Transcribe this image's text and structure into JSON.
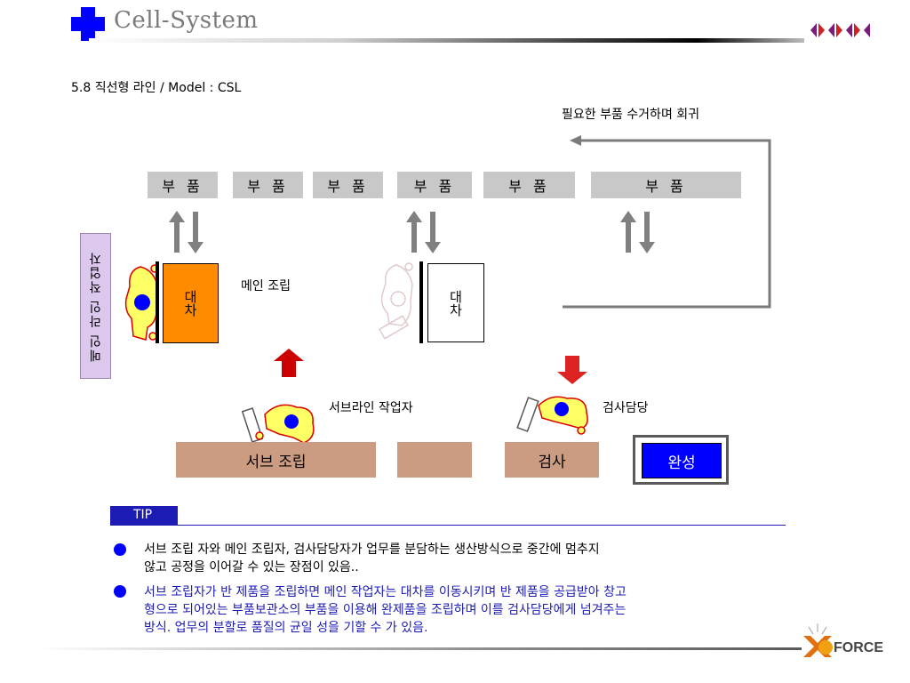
{
  "header": {
    "title": "Cell-System"
  },
  "subtitle": "5.8 직선형 라인 / Model : CSL",
  "return_note": "필요한 부품 수거하며 회귀",
  "parts": [
    "부 품",
    "부 품",
    "부 품",
    "부 품",
    "부 품",
    "부 품"
  ],
  "side_label": "메인 라인 작업자",
  "main_cart_label": "대차",
  "second_cart_label": "대차",
  "main_assembly_label": "메인 조립",
  "subline_worker_label": "서브라인 작업자",
  "inspector_label": "검사담당",
  "sub_assembly_label": "서브 조립",
  "inspection_label": "검사",
  "done_label": "완성",
  "tip": {
    "badge": "TIP",
    "items": [
      {
        "line1": "서브 조립 자와 메인 조립자, 검사담당자가 업무를 분담하는 생산방식으로 중간에 멈추지",
        "line2": "않고 공정을 이어갈 수 있는 장점이 있음..",
        "line3": ""
      },
      {
        "line1": "서브 조립자가 반 제품을 조립하면 메인 작업자는 대차를 이동시키며 반 제품을 공급받아 창고",
        "line2": "형으로 되어있는 부품보관소의 부품을 이용해 완제품을 조립하며 이를 검사담당에게 넘겨주는",
        "line3": "방식. 업무의 분할로 품질의 균일 성을 기할 수 가 있음."
      }
    ]
  },
  "logo": {
    "text": "FORCE"
  },
  "colors": {
    "header_icon": "#0000ff",
    "part_box": "#c8c8c8",
    "main_cart": "#ff8c00",
    "sub_box": "#cc9c82",
    "done": "#0000ff",
    "tip_badge": "#1c1cb4",
    "tip_text_2": "#1c1cb4",
    "arrow_up": "#cc0000",
    "arrow_down": "#dd2222",
    "worker_body": "#ffff66",
    "worker_head": "#0000ff",
    "worker_outline": "#dd0000"
  }
}
